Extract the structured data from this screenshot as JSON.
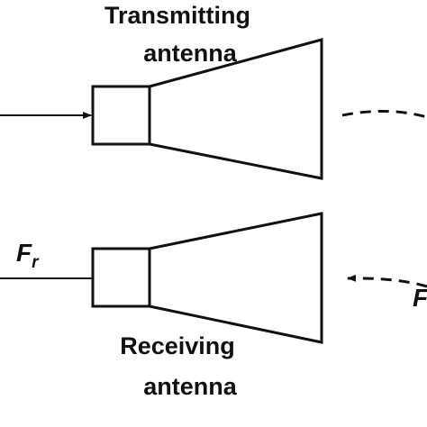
{
  "labels": {
    "transmitting_line1": "Transmitting",
    "transmitting_line2": "antenna",
    "receiving_line1": "Receiving",
    "receiving_line2": "antenna",
    "received_symbol": "F",
    "received_subscript": "r",
    "right_symbol": "F"
  },
  "colors": {
    "stroke": "#111111",
    "background": "#ffffff"
  }
}
